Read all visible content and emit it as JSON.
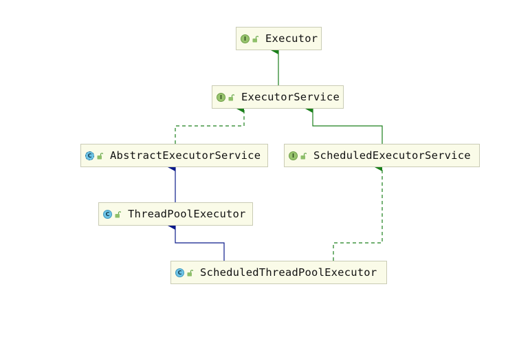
{
  "nodes": {
    "executor": {
      "name": "Executor",
      "kind": "I"
    },
    "executor_service": {
      "name": "ExecutorService",
      "kind": "I"
    },
    "abstract_executor_service": {
      "name": "AbstractExecutorService",
      "kind": "C"
    },
    "scheduled_executor_service": {
      "name": "ScheduledExecutorService",
      "kind": "I"
    },
    "thread_pool_executor": {
      "name": "ThreadPoolExecutor",
      "kind": "C"
    },
    "scheduled_thread_pool_executor": {
      "name": "ScheduledThreadPoolExecutor",
      "kind": "C"
    }
  },
  "colors": {
    "interface_extends": "#1a7f1a",
    "implements": "#1a7f1a",
    "class_extends": "#0b1a8a",
    "node_fill": "#fafbe8",
    "node_border": "#c9cbb4",
    "interface_icon": "#98c46e",
    "class_icon": "#6ec3e6"
  },
  "edges": [
    {
      "from": "executor_service",
      "to": "executor",
      "style": "solid",
      "color_key": "interface_extends"
    },
    {
      "from": "abstract_executor_service",
      "to": "executor_service",
      "style": "dashed",
      "color_key": "implements"
    },
    {
      "from": "scheduled_executor_service",
      "to": "executor_service",
      "style": "solid",
      "color_key": "interface_extends"
    },
    {
      "from": "thread_pool_executor",
      "to": "abstract_executor_service",
      "style": "solid",
      "color_key": "class_extends"
    },
    {
      "from": "scheduled_thread_pool_executor",
      "to": "thread_pool_executor",
      "style": "solid",
      "color_key": "class_extends"
    },
    {
      "from": "scheduled_thread_pool_executor",
      "to": "scheduled_executor_service",
      "style": "dashed",
      "color_key": "implements"
    }
  ]
}
